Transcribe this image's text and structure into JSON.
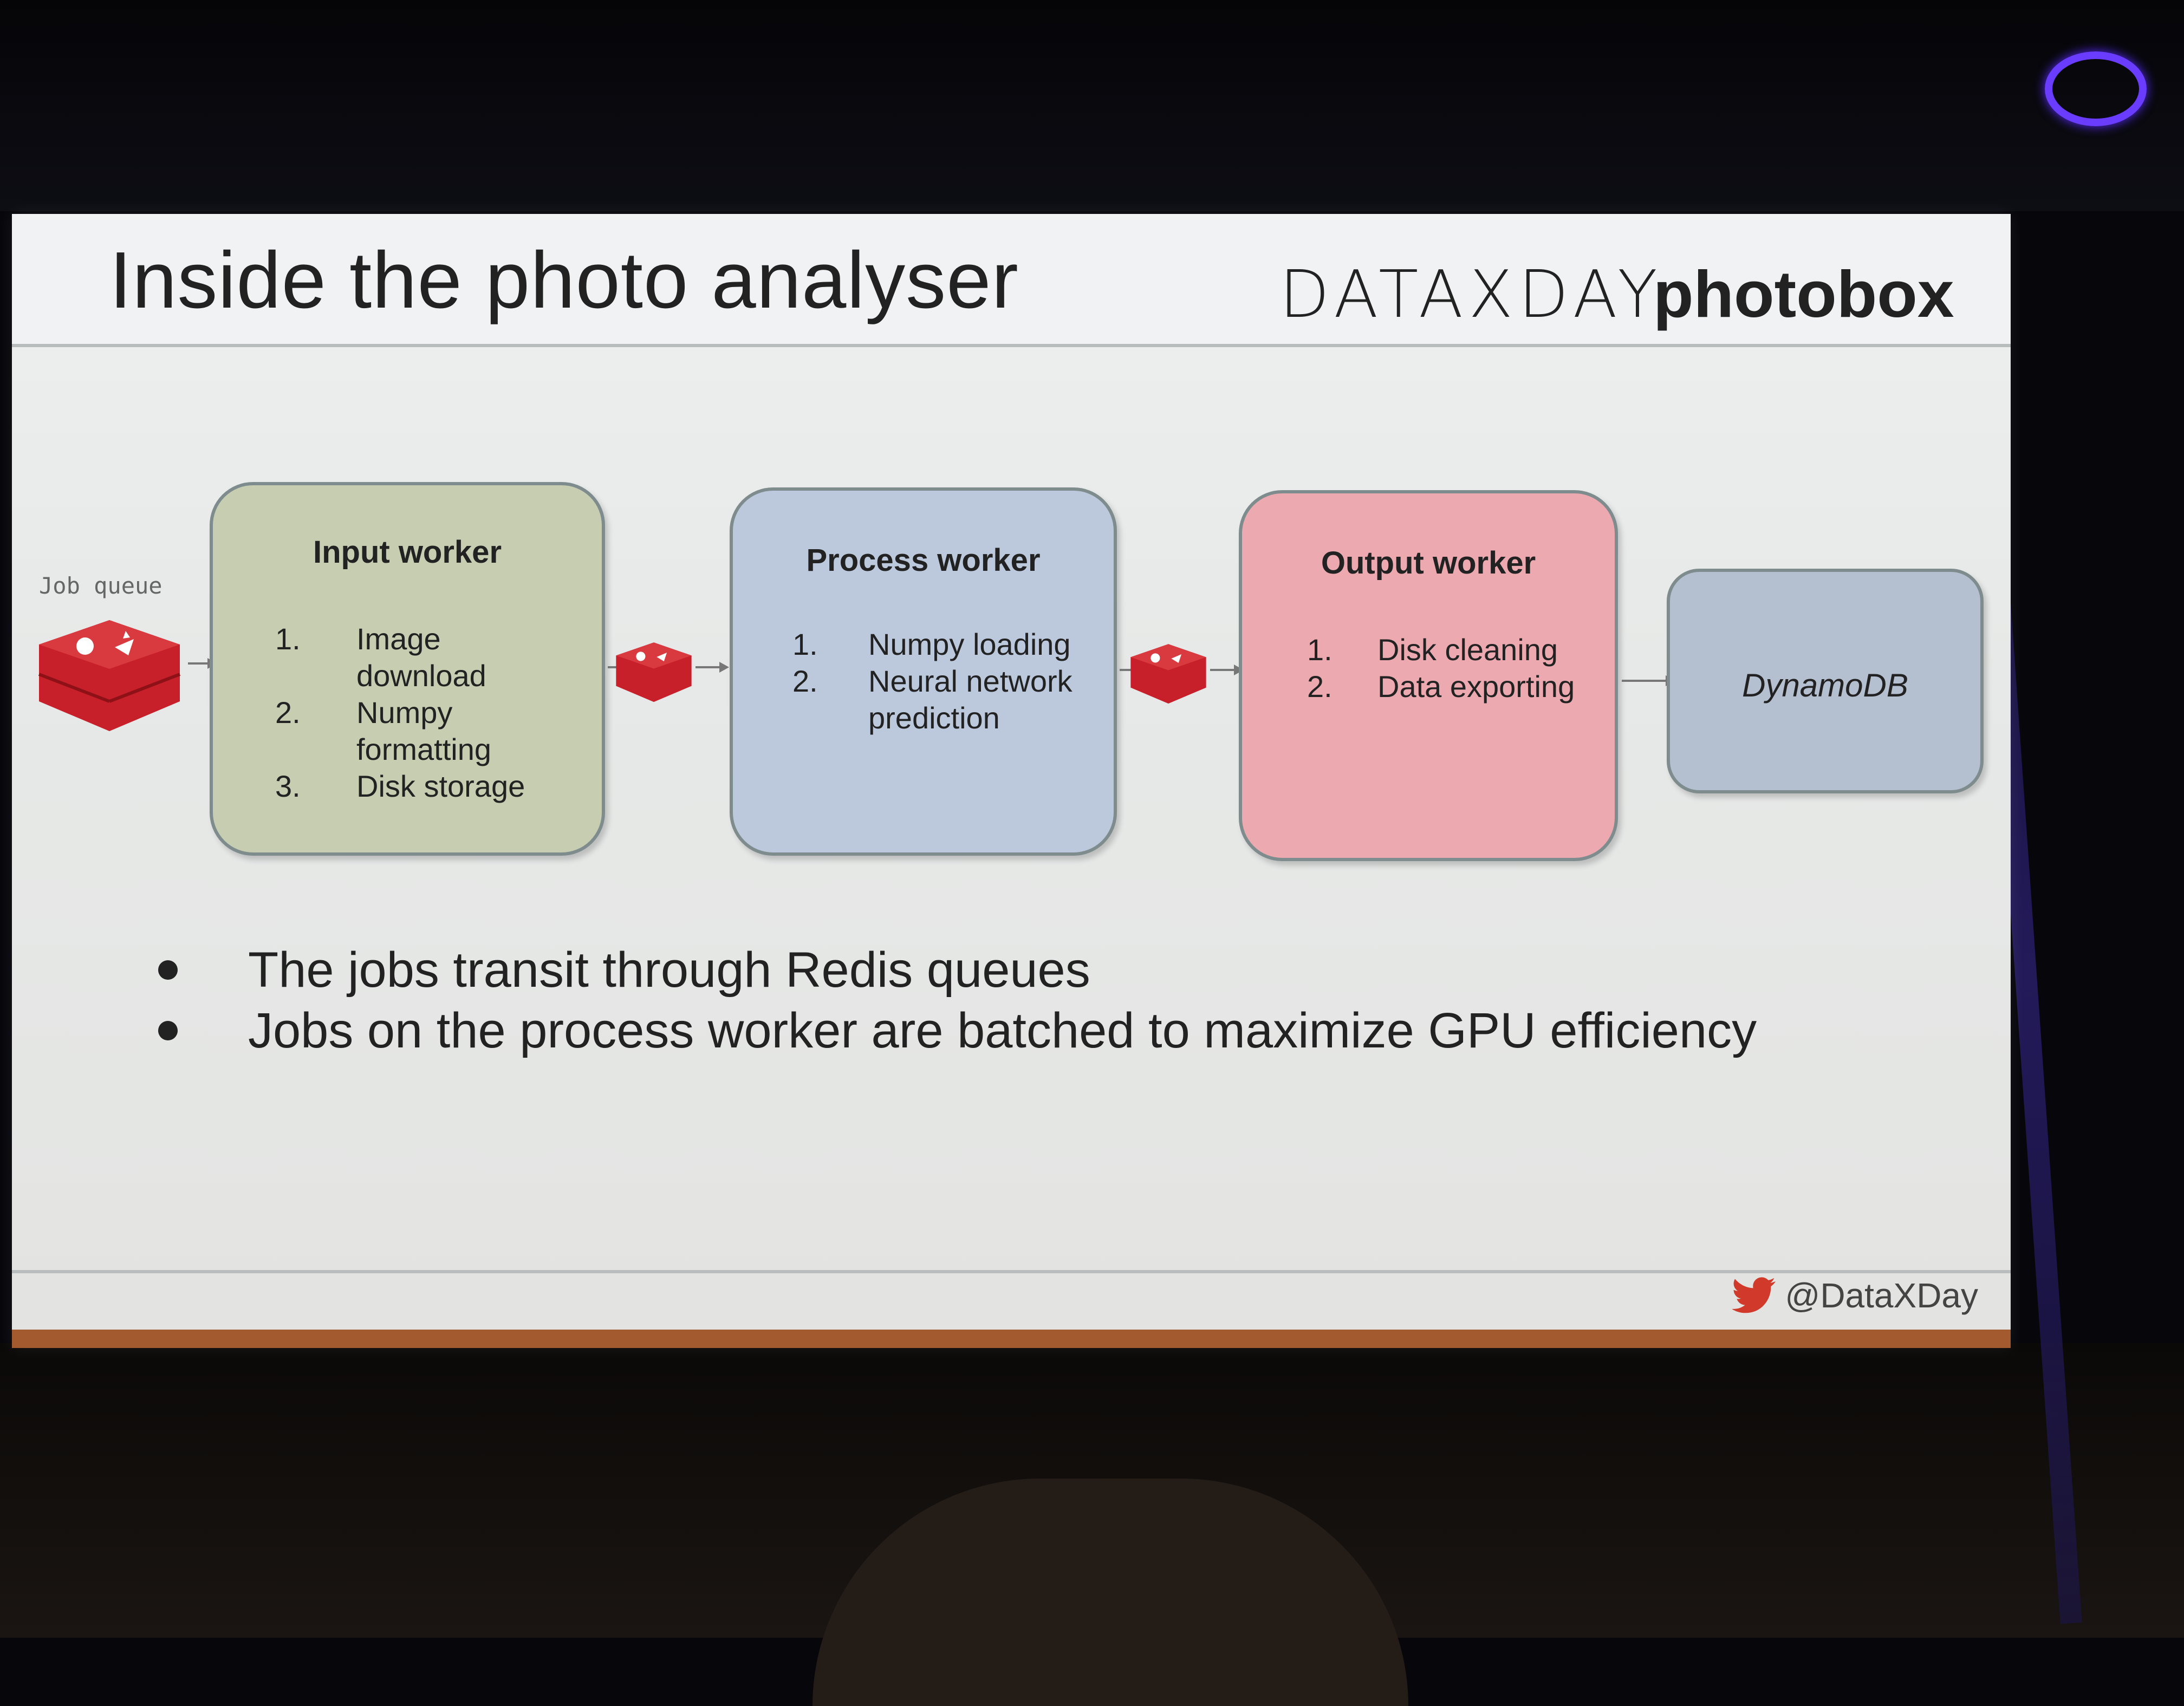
{
  "slide": {
    "title": "Inside the photo analyser",
    "brand_primary": "DATAXDAY",
    "brand_secondary": "photobox",
    "footer_handle": "@DataXDay"
  },
  "diagram": {
    "job_queue_label": "Job queue",
    "workers": [
      {
        "title": "Input worker",
        "fill": "#c7cdb1",
        "steps": [
          {
            "num": "1.",
            "text": "Image download"
          },
          {
            "num": "2.",
            "text": "Numpy formatting"
          },
          {
            "num": "3.",
            "text": "Disk storage"
          }
        ]
      },
      {
        "title": "Process worker",
        "fill": "#bcc9dc",
        "steps": [
          {
            "num": "1.",
            "text": "Numpy loading"
          },
          {
            "num": "2.",
            "text": "Neural network prediction"
          }
        ]
      },
      {
        "title": "Output worker",
        "fill": "#ecaab0",
        "steps": [
          {
            "num": "1.",
            "text": "Disk cleaning"
          },
          {
            "num": "2.",
            "text": "Data exporting"
          }
        ]
      }
    ],
    "sink": {
      "title": "DynamoDB",
      "fill": "#b4bfd0"
    },
    "queue_color": "#c8202a"
  },
  "bullets": [
    "The jobs transit through Redis queues",
    "Jobs on the process worker are batched to maximize GPU efficiency"
  ],
  "icons": [
    "redis-queue-icon",
    "twitter-bird-icon"
  ]
}
